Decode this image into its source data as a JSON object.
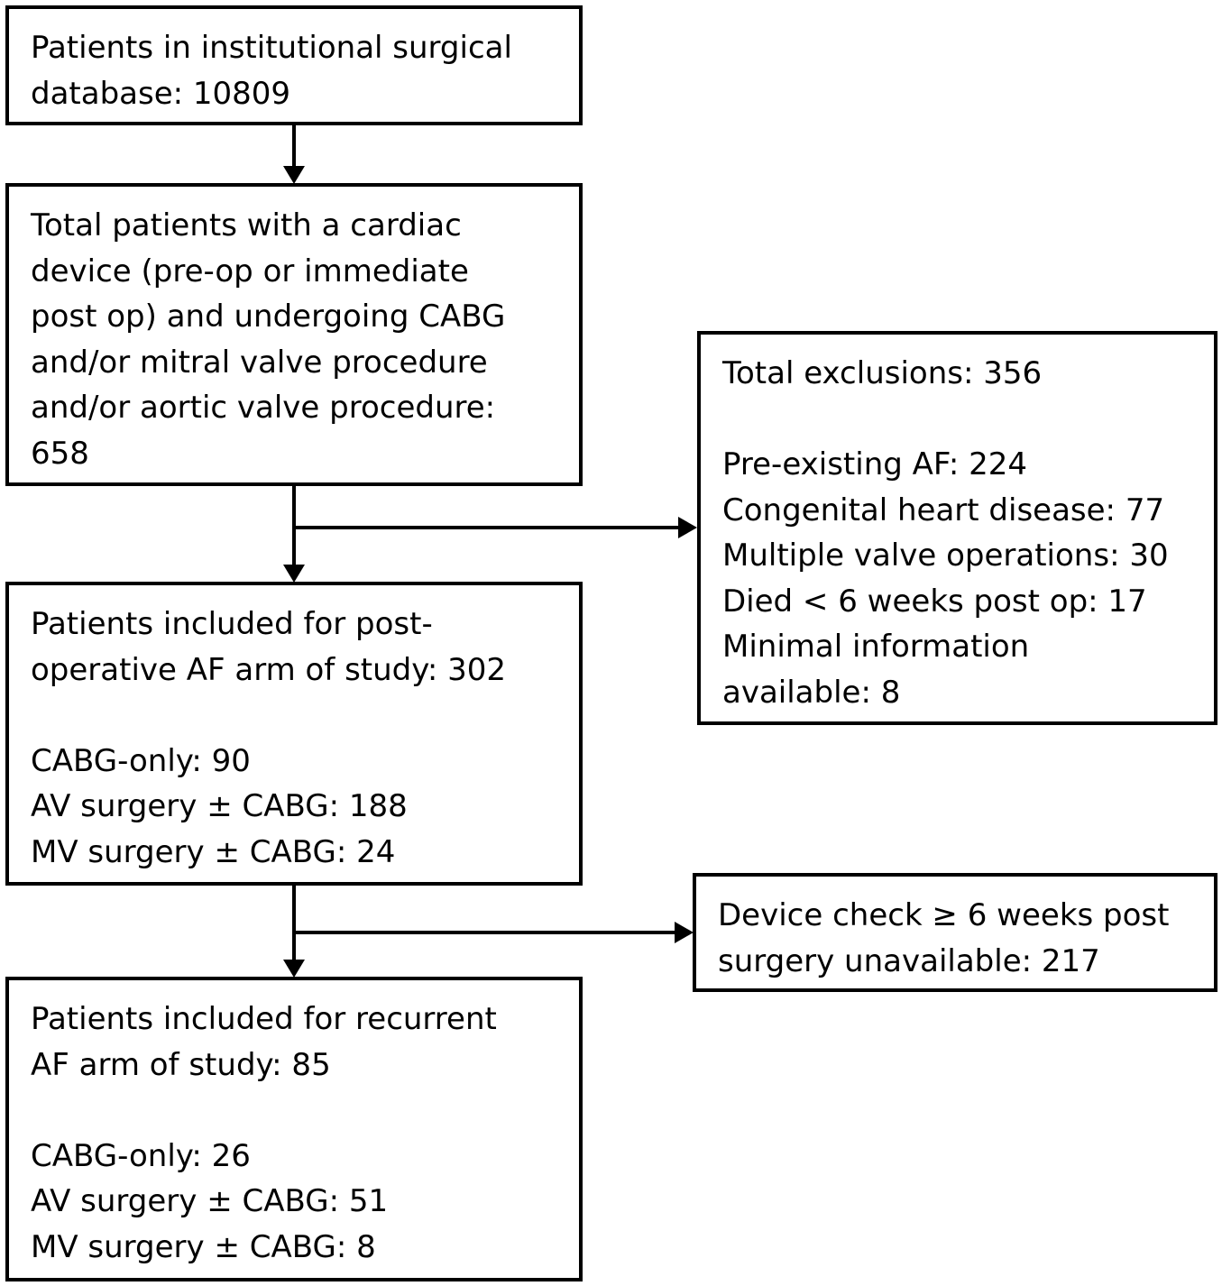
{
  "boxes": {
    "database": {
      "lines": [
        "Patients in institutional surgical",
        "database: 10809"
      ]
    },
    "total": {
      "lines": [
        "Total patients with a cardiac",
        "device (pre-op or immediate",
        "post op) and undergoing CABG",
        "and/or mitral valve procedure",
        "and/or aortic valve procedure:",
        "658"
      ]
    },
    "exclusions": {
      "title": "Total exclusions: 356",
      "items": [
        "Pre-existing AF: 224",
        "Congenital heart disease: 77",
        "Multiple valve operations: 30",
        "Died < 6 weeks post op: 17",
        "Minimal information",
        "available: 8"
      ]
    },
    "postop": {
      "lines": [
        "Patients included for post-",
        "operative AF arm of study: 302"
      ],
      "items": [
        "CABG-only: 90",
        "AV surgery ± CABG: 188",
        "MV surgery ± CABG: 24"
      ]
    },
    "device": {
      "lines": [
        "Device check ≥ 6 weeks post",
        "surgery unavailable: 217"
      ]
    },
    "recurrent": {
      "lines": [
        "Patients included for recurrent",
        "AF arm of study: 85"
      ],
      "items": [
        "CABG-only: 26",
        "AV surgery ± CABG: 51",
        "MV surgery ± CABG: 8"
      ]
    }
  }
}
